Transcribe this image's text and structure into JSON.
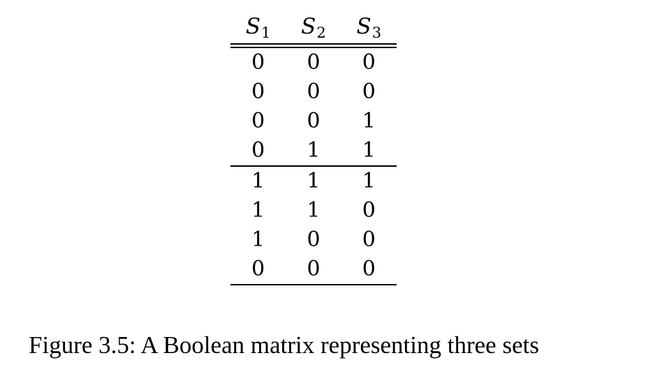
{
  "table": {
    "columns": [
      {
        "symbol": "S",
        "subscript": "1"
      },
      {
        "symbol": "S",
        "subscript": "2"
      },
      {
        "symbol": "S",
        "subscript": "3"
      }
    ],
    "rows": [
      [
        "0",
        "0",
        "0"
      ],
      [
        "0",
        "0",
        "0"
      ],
      [
        "0",
        "0",
        "1"
      ],
      [
        "0",
        "1",
        "1"
      ],
      [
        "1",
        "1",
        "1"
      ],
      [
        "1",
        "1",
        "0"
      ],
      [
        "1",
        "0",
        "0"
      ],
      [
        "0",
        "0",
        "0"
      ]
    ],
    "rule_after_row": 4
  },
  "caption": "Figure 3.5: A Boolean matrix representing three sets"
}
